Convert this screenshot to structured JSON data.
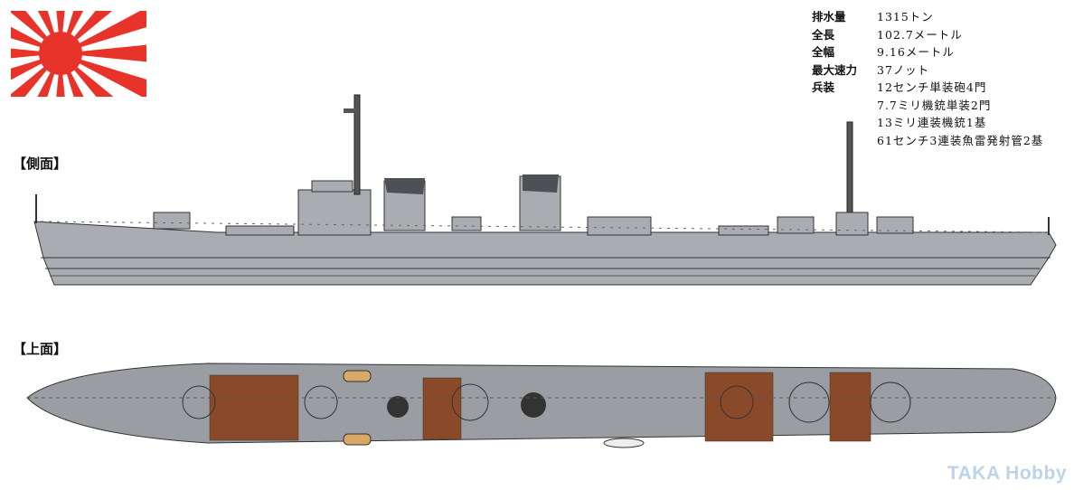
{
  "labels": {
    "side_view": "【側面】",
    "top_view": "【上面】"
  },
  "specs": [
    {
      "key": "排水量",
      "value": "1315トン"
    },
    {
      "key": "全長",
      "value": "102.7メートル"
    },
    {
      "key": "全幅",
      "value": "9.16メートル"
    },
    {
      "key": "最大速力",
      "value": "37ノット"
    },
    {
      "key": "兵装",
      "value": "12センチ単装砲4門"
    },
    {
      "key": "",
      "value": "7.7ミリ機銃単装2門"
    },
    {
      "key": "",
      "value": "13ミリ連装機銃1基"
    },
    {
      "key": "",
      "value": "61センチ3連装魚雷発射管2基"
    }
  ],
  "watermark": "TAKA Hobby",
  "colors": {
    "flag_red": "#e8332a",
    "hull_gray": "#a9adb1",
    "deck_brown": "#8a4a2a",
    "deck_gray": "#9a9ea2"
  }
}
